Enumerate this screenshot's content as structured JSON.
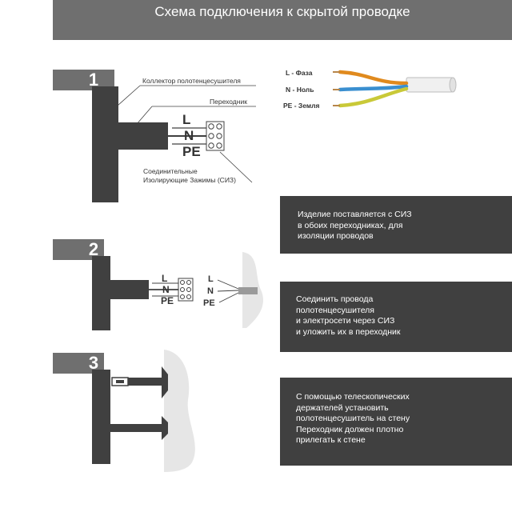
{
  "title": "Схема подключения к скрытой проводке",
  "steps": [
    {
      "number": "1",
      "labels": {
        "collector": "Коллектор полотенцесушителя",
        "adapter": "Переходник",
        "clamps_line1": "Соединительные",
        "clamps_line2": "Изолирующие Зажимы (СИЗ)"
      },
      "terminals": [
        "L",
        "N",
        "PE"
      ],
      "note": [
        "Изделие поставляется с СИЗ",
        "в обоих переходниках, для",
        "изоляции проводов"
      ]
    },
    {
      "number": "2",
      "terminals": [
        "L",
        "N",
        "PE"
      ],
      "wall_terminals": [
        "L",
        "N",
        "PE"
      ],
      "note": [
        "Соединить провода",
        "полотенцесушителя",
        "и электросети через СИЗ",
        "и уложить их в переходник"
      ]
    },
    {
      "number": "3",
      "note": [
        "С помощью телескопических",
        "держателей установить",
        "полотенцесушитель на стену",
        "Переходник должен плотно",
        "прилегать к стене"
      ]
    }
  ],
  "wire_legend": [
    {
      "text": "L - Фаза",
      "color": "#e08a1e"
    },
    {
      "text": "N - Ноль",
      "color": "#3a8fd0"
    },
    {
      "text": "PE - Земля",
      "color": "#c9c938"
    }
  ],
  "colors": {
    "dark": "#404040",
    "tab": "#6f6f6f",
    "wall": "#e6e6e6"
  }
}
